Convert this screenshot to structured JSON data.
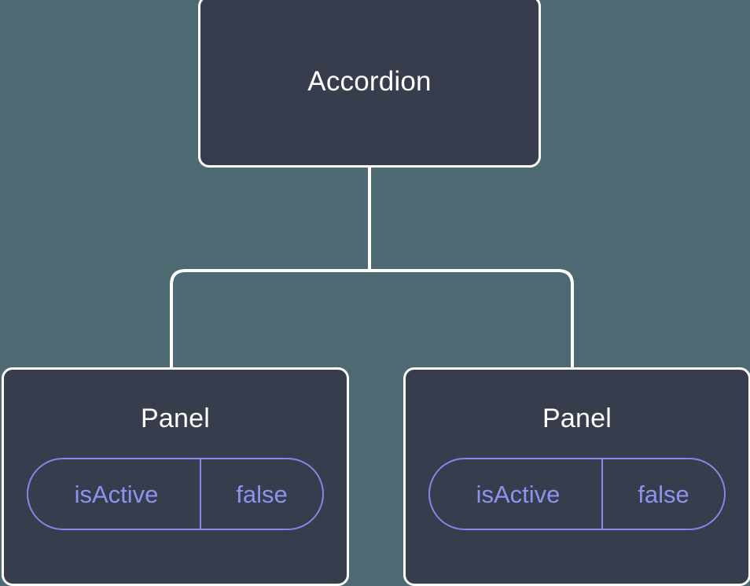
{
  "canvas": {
    "background_color": "#4d6a72",
    "node_fill_color": "#373d4c",
    "node_border_color": "#ffffff",
    "edge_color": "#ffffff",
    "pill_border_color": "#8288ea",
    "pill_text_color": "#8e93f0"
  },
  "tree": {
    "root": {
      "title": "Accordion"
    },
    "children": [
      {
        "title": "Panel",
        "props": [
          {
            "key": "isActive",
            "value": "false"
          }
        ]
      },
      {
        "title": "Panel",
        "props": [
          {
            "key": "isActive",
            "value": "false"
          }
        ]
      }
    ]
  }
}
